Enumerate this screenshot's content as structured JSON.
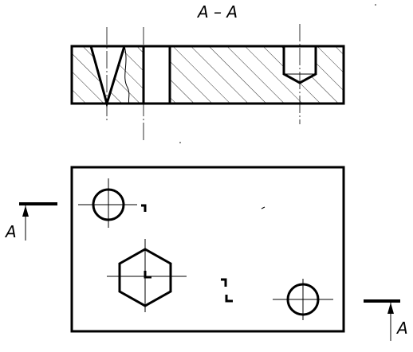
{
  "section_title": "A – A",
  "cut_label_left": "A",
  "cut_label_right": "A"
}
